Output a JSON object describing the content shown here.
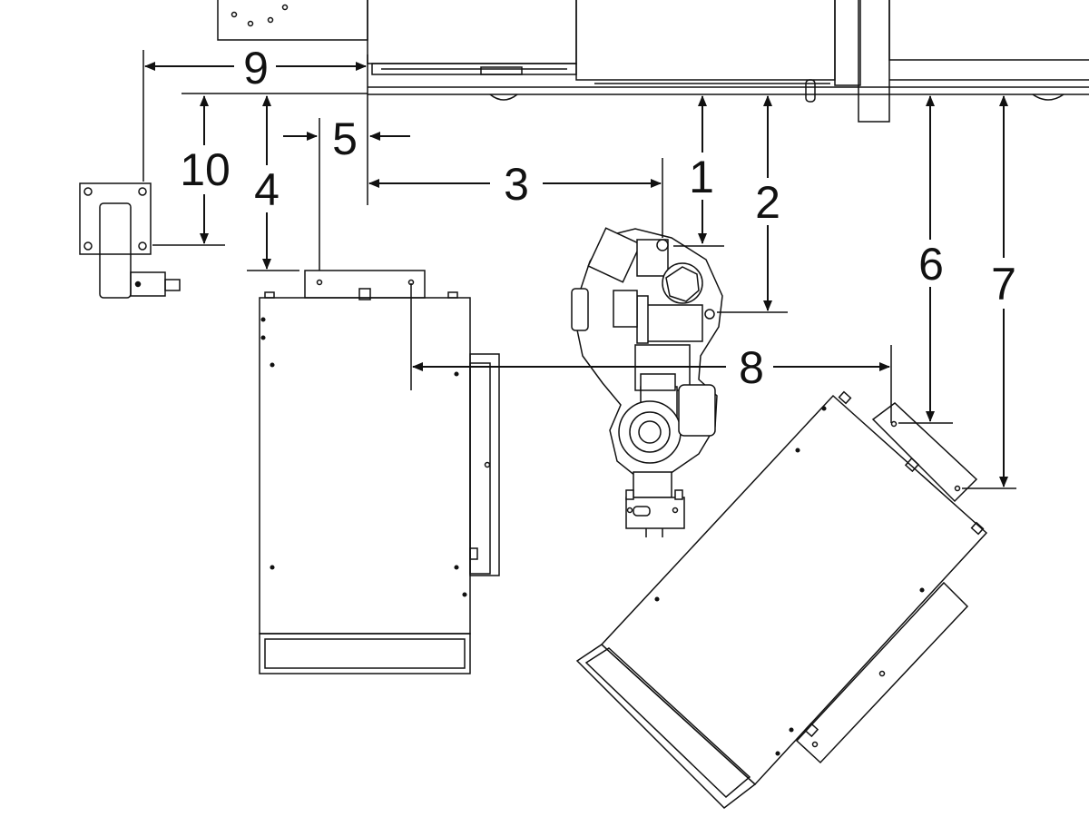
{
  "diagram": {
    "type": "robot-cell-layout-top-view",
    "stroke_color": "#111111",
    "background_color": "#ffffff",
    "dimension_labels": {
      "d1": "1",
      "d2": "2",
      "d3": "3",
      "d4": "4",
      "d5": "5",
      "d6": "6",
      "d7": "7",
      "d8": "8",
      "d9": "9",
      "d10": "10"
    },
    "components": [
      "machine-tool-enclosure",
      "robot-arm",
      "parts-table-left",
      "parts-table-rotated",
      "operator-panel-pendant",
      "fixture-block"
    ]
  }
}
